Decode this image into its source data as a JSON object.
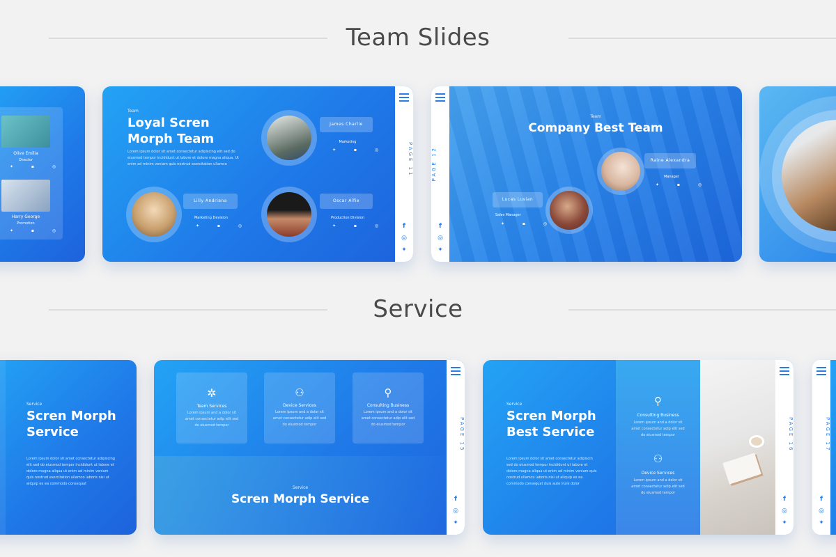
{
  "sections": {
    "team_title": "Team Slides",
    "service_title": "Service"
  },
  "slide_a": {
    "p1_name": "Olive Emilia",
    "p1_role": "Director",
    "p2_name": "Harry George",
    "p2_role": "Promotion"
  },
  "slide_b": {
    "eyebrow": "Team",
    "title_line1": "Loyal Scren",
    "title_line2": "Morph Team",
    "body": "Lorem ipsum dolor sit amet consectetur adipiscing elit sed do eiusmod tempor incididunt ut labore et dolore magna aliqua. Ut enim ad minim veniam quis nostrud exercitation ullamco laboris nisi ut aliquip ex ea commodo",
    "m1_name": "James Charlie",
    "m1_role": "Marketing",
    "m2_name": "Lilly Andriana",
    "m2_role": "Marketing  Devision",
    "m3_name": "Oscar Alfie",
    "m3_role": "Production  Division",
    "page": "PAGE 11"
  },
  "slide_c": {
    "page": "PAGE 12",
    "eyebrow": "Team",
    "title": "Company Best Team",
    "m1_name": "Raine Alexandra",
    "m1_role": "Manager",
    "m2_name": "Lucas Lusian",
    "m2_role": "Sales  Manager"
  },
  "slide_e": {
    "eyebrow": "Service",
    "title_line1": "Scren Morph",
    "title_line2": "Service",
    "body": "Lorem ipsum dolor sit amet consectetur adipiscing elit sed do eiusmod tempor incididunt ut labore et dolore magna aliqua ut enim ad minim veniam quis nostrud exercitation ullamco laboris nisi ut aliquip ex ea commodo consequat"
  },
  "slide_f": {
    "card1_title": "Team Services",
    "card2_title": "Device Services",
    "card3_title": "Consulting Business",
    "card_body": "Lorem ipsum and a dolor sit amet consectetur adip elit sed do eiusmod tempor",
    "eyebrow": "Service",
    "title": "Scren Morph Service",
    "page": "PAGE 15"
  },
  "slide_g": {
    "eyebrow": "Service",
    "title_line1": "Scren Morph",
    "title_line2": "Best Service",
    "body": "Lorem ipsum dolor sit amet consectetur adipiscin sed do eiusmod tempor incididunt ut labore et dolore magna aliqua ut enim ad minim veniam quis nostrud ullamco laboris nisi ut aliquip ex ea commodo consequat duis aute irure dolor reprehenderit in voluptate velit esse cillum",
    "s1_title": "Consulting Business",
    "s2_title": "Device Services",
    "s_body": "Lorem ipsum and a dolor sit amet consectetur adip elit sed do eiusmod tempor",
    "page": "PAGE 16"
  },
  "slide_h": {
    "page": "PAGE 17"
  },
  "colors": {
    "accent": "#1f7ae8",
    "accent_light": "#23a3f5",
    "title_text": "#4a4a4a"
  }
}
